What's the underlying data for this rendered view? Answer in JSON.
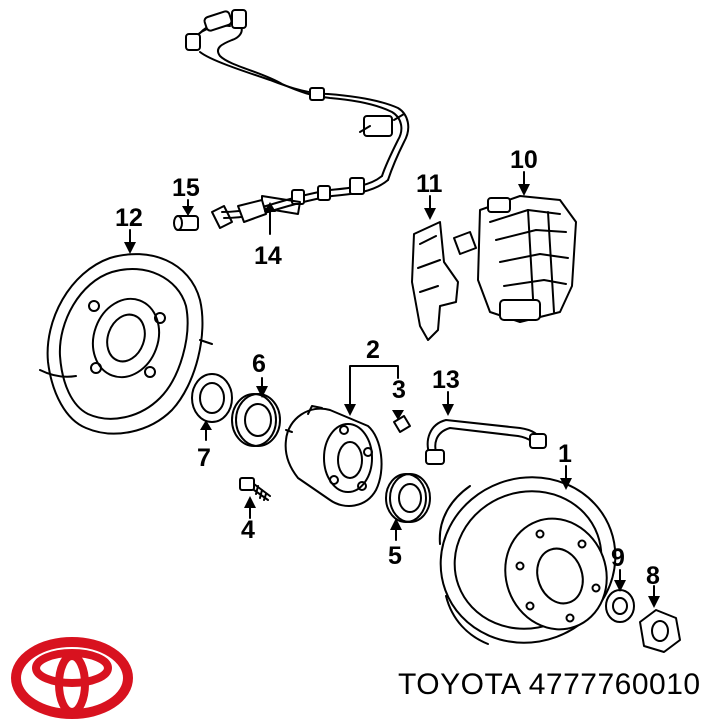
{
  "caption": "TOYOTA 4777760010",
  "brand_logo": "toyota-logo",
  "brand_color": "#d8121f",
  "callouts": [
    "1",
    "2",
    "3",
    "4",
    "5",
    "6",
    "7",
    "8",
    "9",
    "10",
    "11",
    "12",
    "13",
    "14",
    "15"
  ]
}
